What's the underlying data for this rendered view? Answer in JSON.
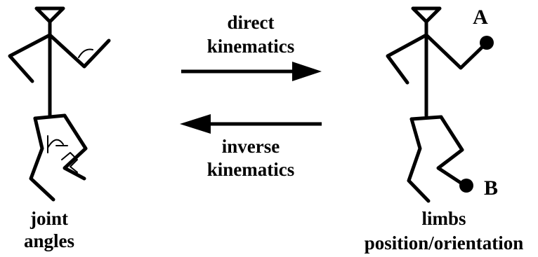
{
  "diagram": {
    "forward": {
      "line1": "direct",
      "line2": "kinematics"
    },
    "inverse": {
      "line1": "inverse",
      "line2": "kinematics"
    },
    "left_caption": {
      "line1": "joint",
      "line2": "angles"
    },
    "right_caption": {
      "line1": "limbs",
      "line2": "position/orientation"
    },
    "point_a": "A",
    "point_b": "B"
  }
}
